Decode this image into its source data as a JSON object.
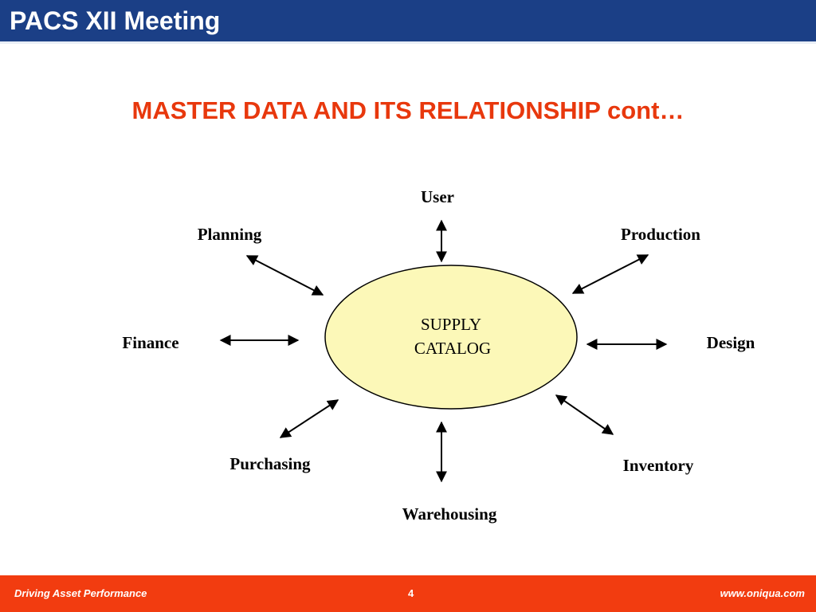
{
  "header": {
    "title": "PACS XII Meeting"
  },
  "slide": {
    "title": "MASTER DATA AND ITS RELATIONSHIP cont…"
  },
  "diagram": {
    "center": {
      "line1": "SUPPLY",
      "line2": "CATALOG"
    },
    "nodes": {
      "user": "User",
      "planning": "Planning",
      "production": "Production",
      "finance": "Finance",
      "design": "Design",
      "purchasing": "Purchasing",
      "inventory": "Inventory",
      "warehousing": "Warehousing"
    }
  },
  "footer": {
    "left": "Driving Asset Performance",
    "page": "4",
    "right": "www.oniqua.com"
  },
  "colors": {
    "header": "#1b3f86",
    "title": "#e8380d",
    "footer": "#f23c10",
    "ellipse_fill": "#fcf8b8"
  }
}
